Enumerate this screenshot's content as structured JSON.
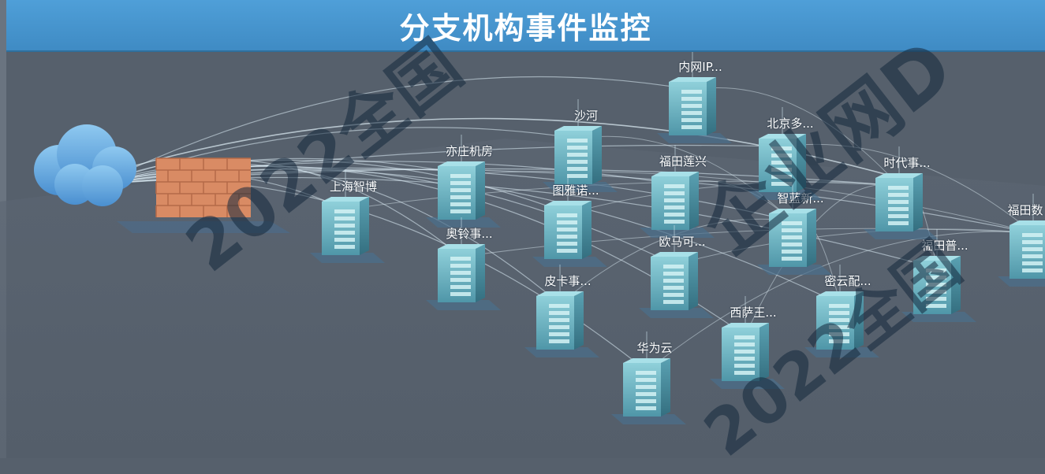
{
  "title": "分支机构事件监控",
  "colors": {
    "title_bar": "#4a98d2",
    "background": "#56606c",
    "link": "#dfeff7",
    "firewall": "#d98b64",
    "server": "#6fb6c5"
  },
  "icons": {
    "cloud": "cloud-icon",
    "firewall": "firewall-icon",
    "server": "server-icon"
  },
  "nodes": [
    {
      "id": "shanghai",
      "label": "上海智博"
    },
    {
      "id": "yizhuang",
      "label": "亦庄机房"
    },
    {
      "id": "shahe",
      "label": "沙河"
    },
    {
      "id": "neiwang",
      "label": "内网IP..."
    },
    {
      "id": "beijing",
      "label": "北京多..."
    },
    {
      "id": "futian1",
      "label": "福田莲兴"
    },
    {
      "id": "tuyanuo",
      "label": "图雅诺..."
    },
    {
      "id": "aoling",
      "label": "奥铃事..."
    },
    {
      "id": "shidai",
      "label": "时代事..."
    },
    {
      "id": "zhilan",
      "label": "智蓝新..."
    },
    {
      "id": "oumake",
      "label": "欧马可..."
    },
    {
      "id": "pika",
      "label": "皮卡事..."
    },
    {
      "id": "futian2",
      "label": "福田普..."
    },
    {
      "id": "futian3",
      "label": "福田数"
    },
    {
      "id": "miyun",
      "label": "密云配..."
    },
    {
      "id": "xisa",
      "label": "西萨王..."
    },
    {
      "id": "huawei",
      "label": "华为云"
    }
  ],
  "watermarks": [
    "2022全国",
    "企业网D",
    "2022全国"
  ]
}
